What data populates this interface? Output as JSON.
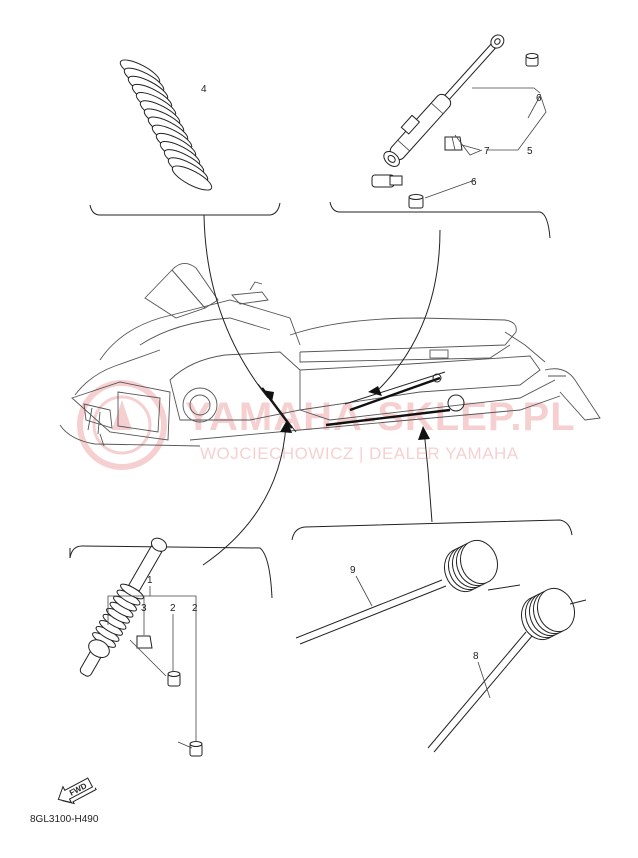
{
  "diagram_code": "8GL3100-H490",
  "fwd_label": "FWD",
  "watermark": {
    "title": "YAMAHA-SKLEP.PL",
    "subtitle": "WOJCIECHOWICZ | DEALER YAMAHA",
    "color": "#e05a5a"
  },
  "callouts": {
    "p1": "1",
    "p2a": "2",
    "p2b": "2",
    "p3": "3",
    "p4": "4",
    "p5": "5",
    "p6a": "6",
    "p6b": "6",
    "p7": "7",
    "p8": "8",
    "p9": "9"
  }
}
